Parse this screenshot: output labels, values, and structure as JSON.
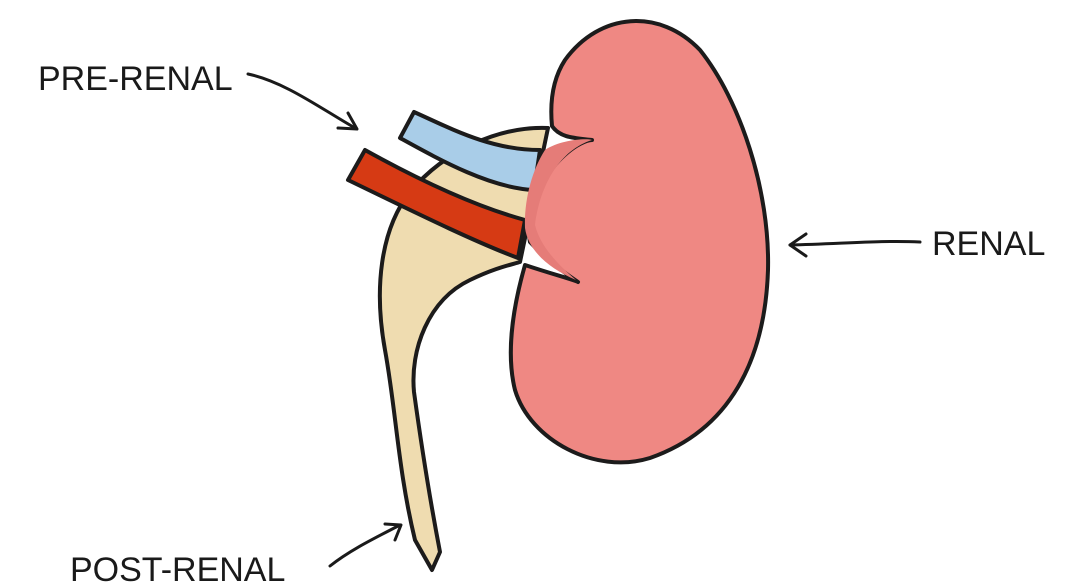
{
  "labels": {
    "pre_renal": "PRE-RENAL",
    "renal": "RENAL",
    "post_renal": "POST-RENAL"
  },
  "colors": {
    "kidney": "#ef8883",
    "kidney_hilum": "#e57c78",
    "pelvis_ureter": "#efdcb0",
    "renal_vein": "#a9cde8",
    "renal_artery": "#d63a14",
    "outline": "#1c1b1b",
    "background": "#ffffff"
  }
}
